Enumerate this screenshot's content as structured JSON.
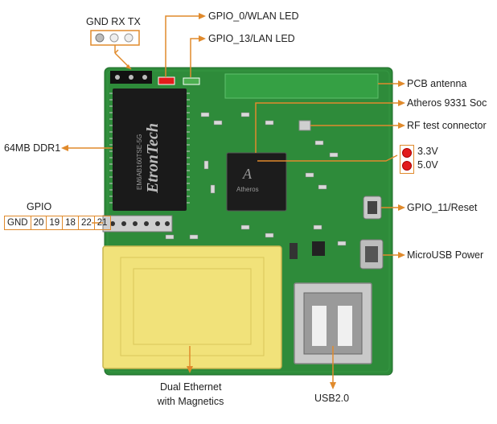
{
  "labels": {
    "gnd_rx_tx": "GND RX TX",
    "gpio0": "GPIO_0/WLAN LED",
    "gpio13": "GPIO_13/LAN LED",
    "pcb_antenna": "PCB antenna",
    "atheros": "Atheros 9331 Soc",
    "rf_test": "RF test connector",
    "v33": "3.3V",
    "v50": "5.0V",
    "ddr": "64MB DDR1",
    "gpio_title": "GPIO",
    "gpio11": "GPIO_11/Reset",
    "microusb": "MicroUSB Power",
    "ethernet_line1": "Dual Ethernet",
    "ethernet_line2": "with Magnetics",
    "usb2": "USB2.0"
  },
  "gpio_pins": [
    "GND",
    "20",
    "19",
    "18",
    "22",
    "21"
  ],
  "chip_text": {
    "ram_brand": "EtronTech",
    "ram_part": "EM6AB160TSE-5G",
    "soc_brand": "Atheros"
  },
  "colors": {
    "accent": "#e08a2c",
    "pcb": "#2e8b3a",
    "transformer": "#f1e27a",
    "led_red": "#e21b1b",
    "led_green": "#4caf50"
  }
}
